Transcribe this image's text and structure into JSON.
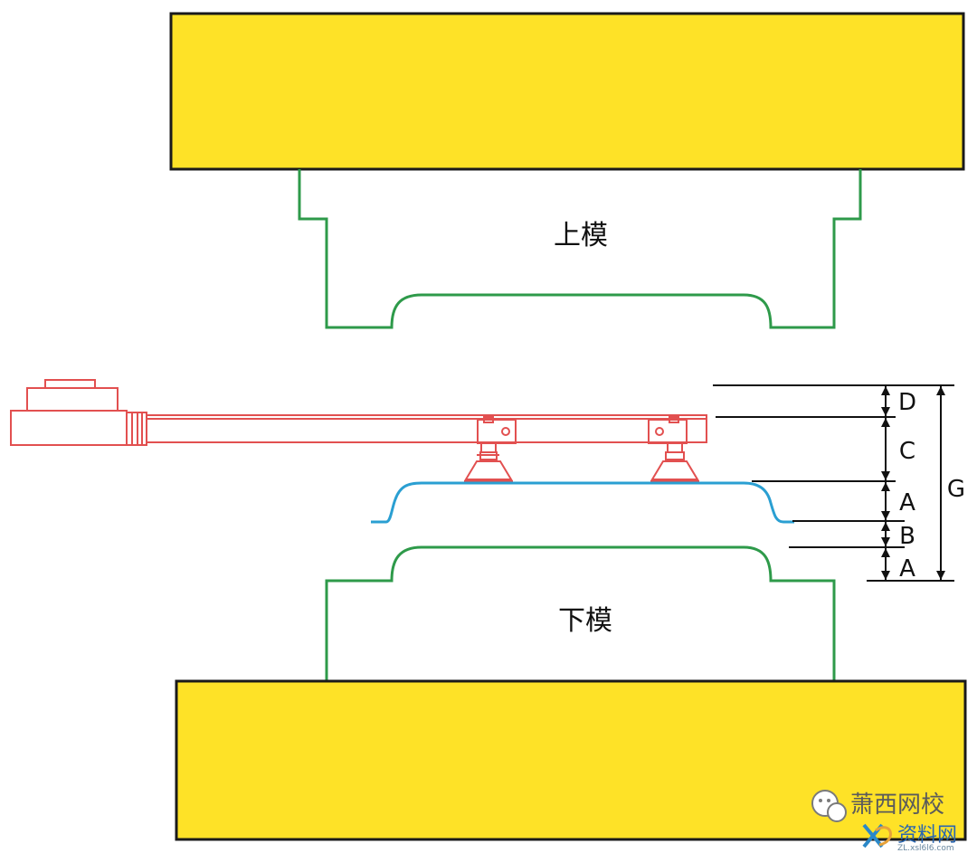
{
  "colors": {
    "die_plate": "#FEE227",
    "die_outline": "#1a1a1a",
    "die_profile": "#2e9a4a",
    "part": "#2a9fd2",
    "transfer_arm": "#e25050",
    "dimension": "#111111",
    "background": "#ffffff"
  },
  "labels": {
    "upper_die": "上模",
    "lower_die": "下模"
  },
  "dimensions": {
    "D": "D",
    "C": "C",
    "A_top": "A",
    "B": "B",
    "A_bottom": "A",
    "G": "G"
  },
  "watermark": {
    "channel": "萧西网校",
    "site": "资料网",
    "url": "ZL.xsl6l6.com",
    "icon": "wechat-icon",
    "logo": "xs-logo"
  }
}
